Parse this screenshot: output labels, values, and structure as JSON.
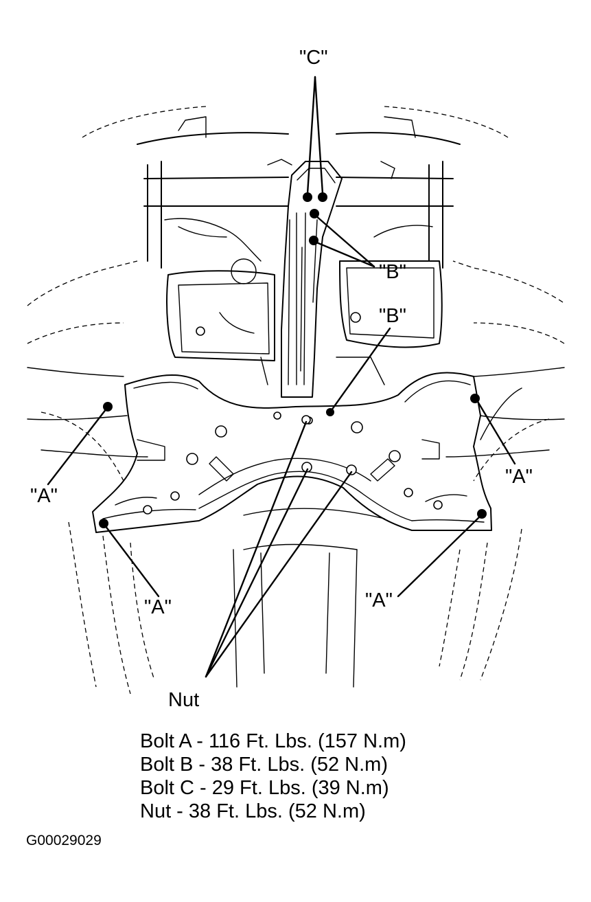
{
  "callouts": {
    "c": "\"C\"",
    "b_upper": "\"B\"",
    "b_lower": "\"B\"",
    "a_left_upper": "\"A\"",
    "a_right_upper": "\"A\"",
    "a_left_lower": "\"A\"",
    "a_right_lower": "\"A\"",
    "nut": "Nut"
  },
  "specs": [
    "Bolt A - 116 Ft. Lbs. (157 N.m)",
    "Bolt B - 38 Ft. Lbs. (52 N.m)",
    "Bolt C - 29 Ft. Lbs. (39 N.m)",
    "Nut - 38 Ft. Lbs. (52 N.m)"
  ],
  "figure_id": "G00029029"
}
